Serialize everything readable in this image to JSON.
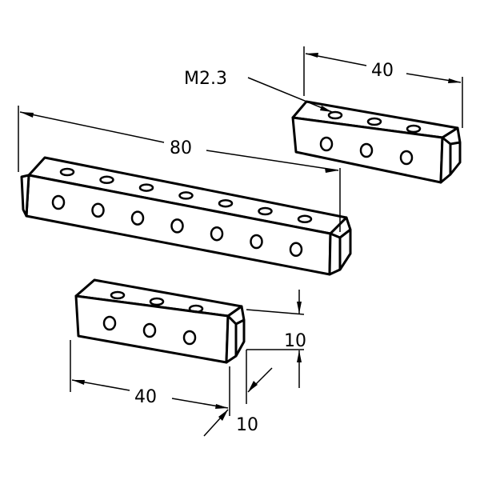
{
  "drawing": {
    "thread_label": "M2.3",
    "dim_long_length": "80",
    "dim_short_length_top": "40",
    "dim_short_length_bottom": "40",
    "dim_height": "10",
    "dim_width": "10"
  }
}
